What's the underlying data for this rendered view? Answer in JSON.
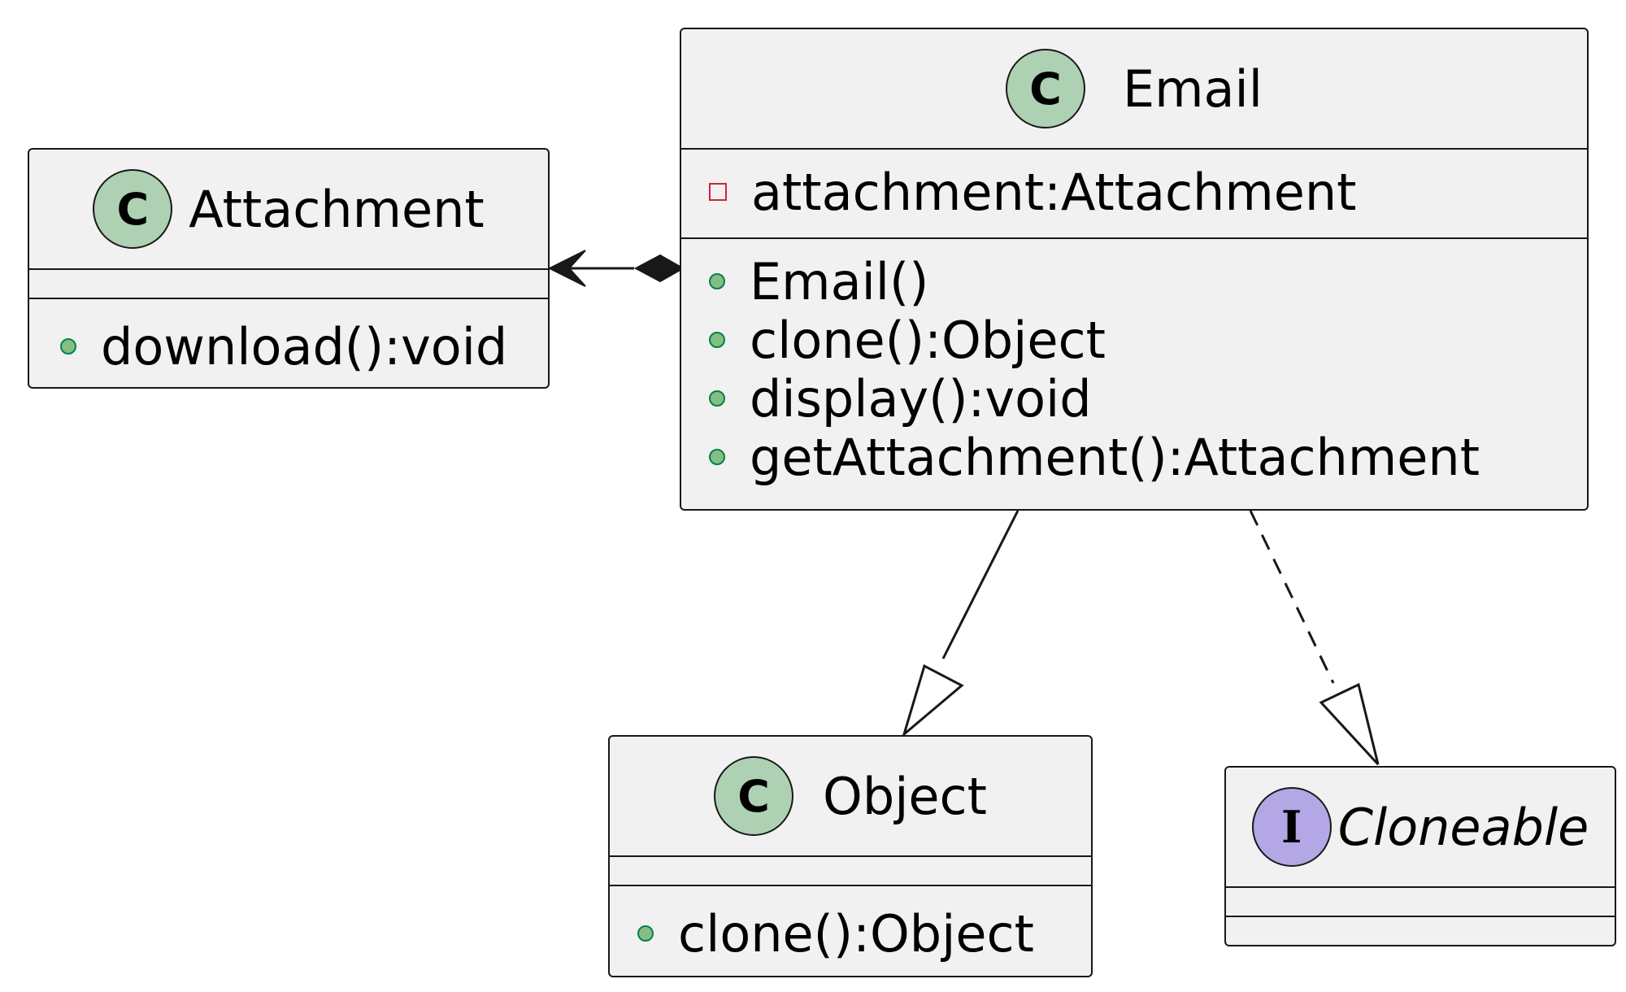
{
  "classes": {
    "attachment": {
      "name": "Attachment",
      "stereotype": "C",
      "methods": [
        {
          "visibility": "public",
          "text": "download():void"
        }
      ]
    },
    "email": {
      "name": "Email",
      "stereotype": "C",
      "fields": [
        {
          "visibility": "private",
          "text": "attachment:Attachment"
        }
      ],
      "methods": [
        {
          "visibility": "public",
          "text": "Email()"
        },
        {
          "visibility": "public",
          "text": "clone():Object"
        },
        {
          "visibility": "public",
          "text": "display():void"
        },
        {
          "visibility": "public",
          "text": "getAttachment():Attachment"
        }
      ]
    },
    "object": {
      "name": "Object",
      "stereotype": "C",
      "methods": [
        {
          "visibility": "public",
          "text": "clone():Object"
        }
      ]
    },
    "cloneable": {
      "name": "Cloneable",
      "stereotype": "I",
      "abstract": true
    }
  },
  "relations": [
    {
      "from": "Email",
      "to": "Attachment",
      "type": "composition"
    },
    {
      "from": "Email",
      "to": "Object",
      "type": "generalization"
    },
    {
      "from": "Email",
      "to": "Cloneable",
      "type": "realization"
    }
  ],
  "colors": {
    "box_fill": "#f1f1f1",
    "border": "#181818",
    "class_badge": "#add1b2",
    "interface_badge": "#b4a7e5",
    "public_dot": "#84be84",
    "private_marker": "#c82930"
  }
}
